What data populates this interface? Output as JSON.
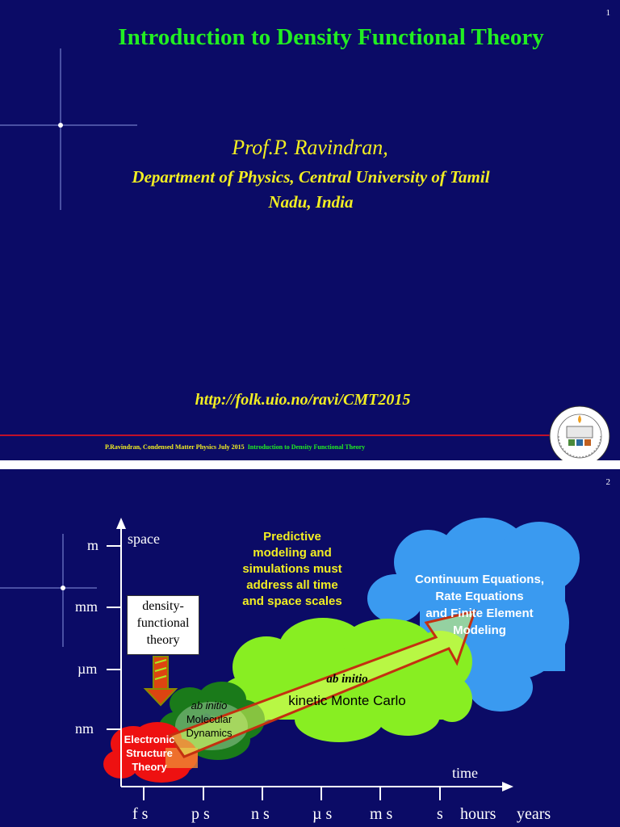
{
  "slide1": {
    "page_number": "1",
    "title": "Introduction to Density Functional Theory",
    "author": "Prof.P. Ravindran,",
    "department_line1": "Department of Physics, Central University of Tamil",
    "department_line2": "Nadu, India",
    "url": "http://folk.uio.no/ravi/CMT2015",
    "footer_left": "P.Ravindran, Condensed Matter Physics July 2015",
    "footer_right": "Introduction to Density Functional Theory",
    "colors": {
      "background": "#0b0b66",
      "title": "#22ee22",
      "text": "#f2ee22",
      "rule": "#c0102a"
    }
  },
  "slide2": {
    "page_number": "2",
    "axis_y_label": "space",
    "axis_x_label": "time",
    "space_scales": [
      "m",
      "mm",
      "µm",
      "nm"
    ],
    "time_scales": [
      "f s",
      "p s",
      "n s",
      "µ s",
      "m s",
      "s",
      "hours",
      "years"
    ],
    "note": [
      "Predictive",
      "modeling and",
      "simulations must",
      "address all time",
      "and space scales"
    ],
    "dft_box": [
      "density-",
      "functional",
      "theory"
    ],
    "continuum": [
      "Continuum Equations,",
      "Rate Equations",
      "and Finite Element",
      "Modeling"
    ],
    "kmc_italic": "ab initio",
    "kmc": "kinetic Monte Carlo",
    "md": [
      "ab initio",
      "Molecular",
      "Dynamics"
    ],
    "est": [
      "Electronic",
      "Structure",
      "Theory"
    ],
    "colors": {
      "continuum_cloud": "#3a9af0",
      "kmc_cloud": "#88ee22",
      "md_cloud": "#1a7a1a",
      "est_cloud": "#ee1111",
      "arrow": "#c43010"
    }
  }
}
